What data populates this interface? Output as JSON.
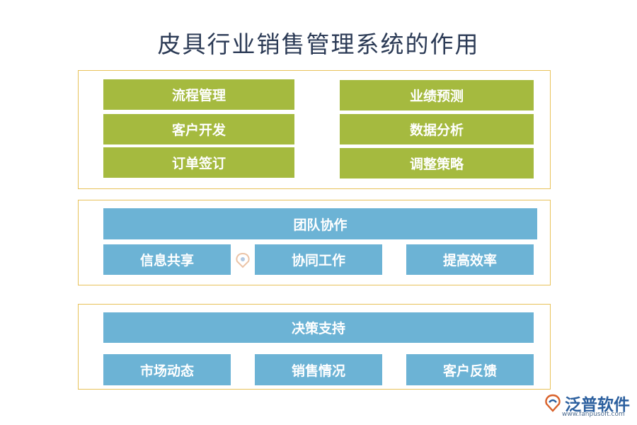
{
  "title": "皮具行业销售管理系统的作用",
  "section1": {
    "left": [
      "流程管理",
      "客户开发",
      "订单签订"
    ],
    "right": [
      "业绩预测",
      "数据分析",
      "调整策略"
    ]
  },
  "section2": {
    "header": "团队协作",
    "items": [
      "信息共享",
      "协同工作",
      "提高效率"
    ]
  },
  "section3": {
    "header": "决策支持",
    "items": [
      "市场动态",
      "销售情况",
      "客户反馈"
    ]
  },
  "logo": {
    "brand": "泛普软件",
    "url": "www.fanpusoft.com",
    "color": "#2b5f9e"
  },
  "colors": {
    "green": "#a5ba3f",
    "blue": "#6cb3d5",
    "border": "#e8c25a",
    "title": "#2b3a55"
  }
}
